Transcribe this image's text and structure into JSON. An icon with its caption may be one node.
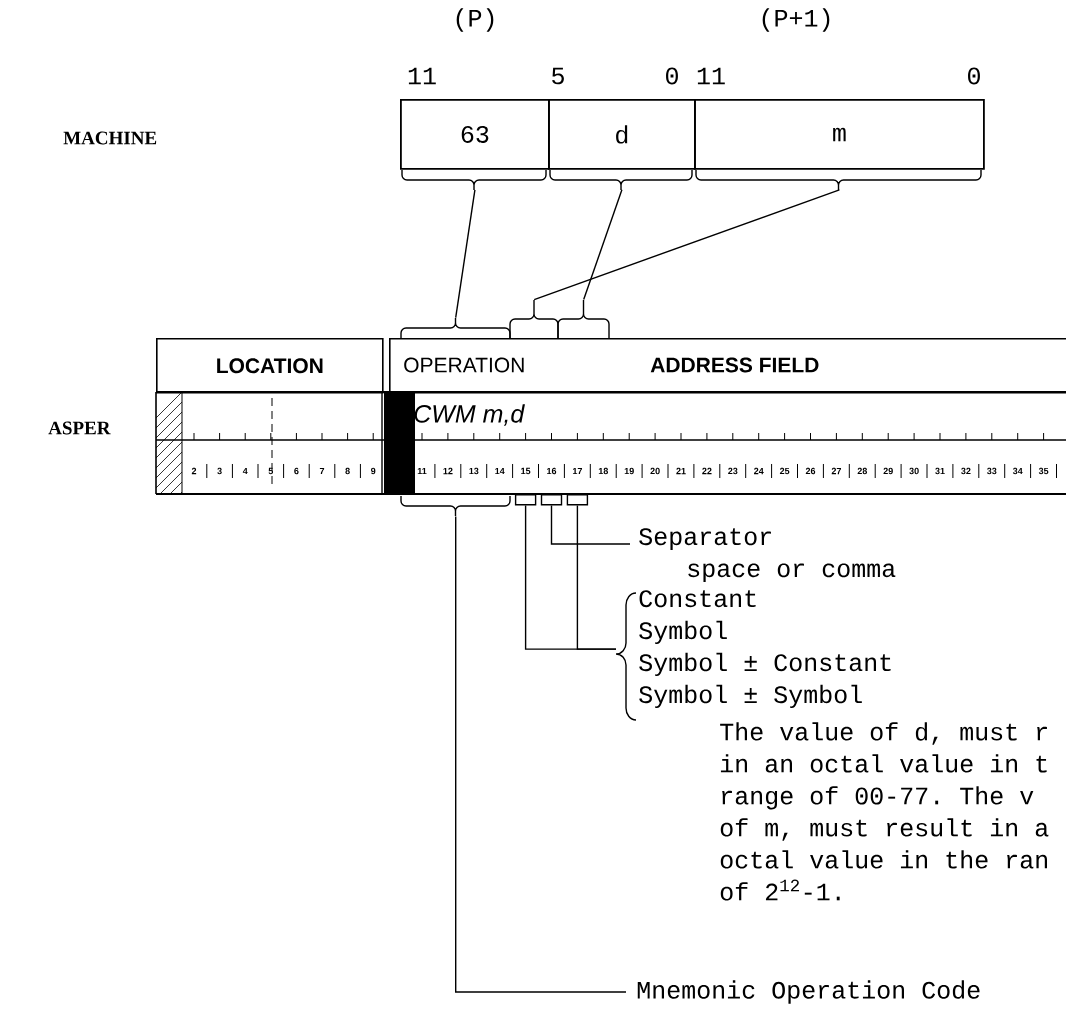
{
  "diagram": {
    "nodes": [
      {
        "text": [
          "63"
        ]
      },
      {
        "text": [
          "d"
        ]
      },
      {
        "text": [
          "m"
        ]
      },
      {
        "text": [
          "LOCATION"
        ]
      },
      {
        "text": [
          "OPERATION",
          "ADDRESS FIELD"
        ]
      },
      {
        "text": [],
        "shape": "brace"
      },
      {
        "text": [],
        "shape": "brace"
      },
      {
        "text": [],
        "shape": "brace"
      },
      {
        "text": [],
        "shape": "box"
      },
      {
        "text": [],
        "shape": "box"
      },
      {
        "text": [],
        "shape": "box"
      },
      {
        "text": [],
        "shape": "brace"
      },
      {
        "text": [
          "Separator",
          "space or comma"
        ]
      },
      {
        "text": [
          "Constant",
          "Symbol",
          "Symbol ± Constant",
          "Symbol ± Symbol"
        ]
      },
      {
        "text": [
          "Mnemonic Operation Code"
        ]
      }
    ],
    "edges": [
      {
        "from": 0,
        "to": 5,
        "arrow": "none"
      },
      {
        "from": 2,
        "to": 6,
        "arrow": "none"
      },
      {
        "from": 1,
        "to": 7,
        "arrow": "none"
      },
      {
        "from": 9,
        "to": 12,
        "arrow": "none"
      },
      {
        "from": 8,
        "to": 13,
        "arrow": "none"
      },
      {
        "from": 10,
        "to": 13,
        "arrow": "none"
      },
      {
        "from": 11,
        "to": 14,
        "arrow": "none"
      }
    ],
    "labels": [
      "(P)",
      "(P+1)",
      "11",
      "5",
      "0",
      "11",
      "0",
      "MACHINE",
      "ASPER",
      "CWM m,d",
      "2",
      "3",
      "4",
      "5",
      "6",
      "7",
      "8",
      "9",
      "11",
      "12",
      "13",
      "14",
      "15",
      "16",
      "17",
      "18",
      "19",
      "20",
      "21",
      "22",
      "23",
      "24",
      "25",
      "26",
      "27",
      "28",
      "29",
      "30",
      "31",
      "32",
      "33",
      "34",
      "35",
      "The value of d, must r in an octal value in t range of 00-77. The v of m, must result in a octal value in the ran of 2$^{12}$-1."
    ]
  }
}
